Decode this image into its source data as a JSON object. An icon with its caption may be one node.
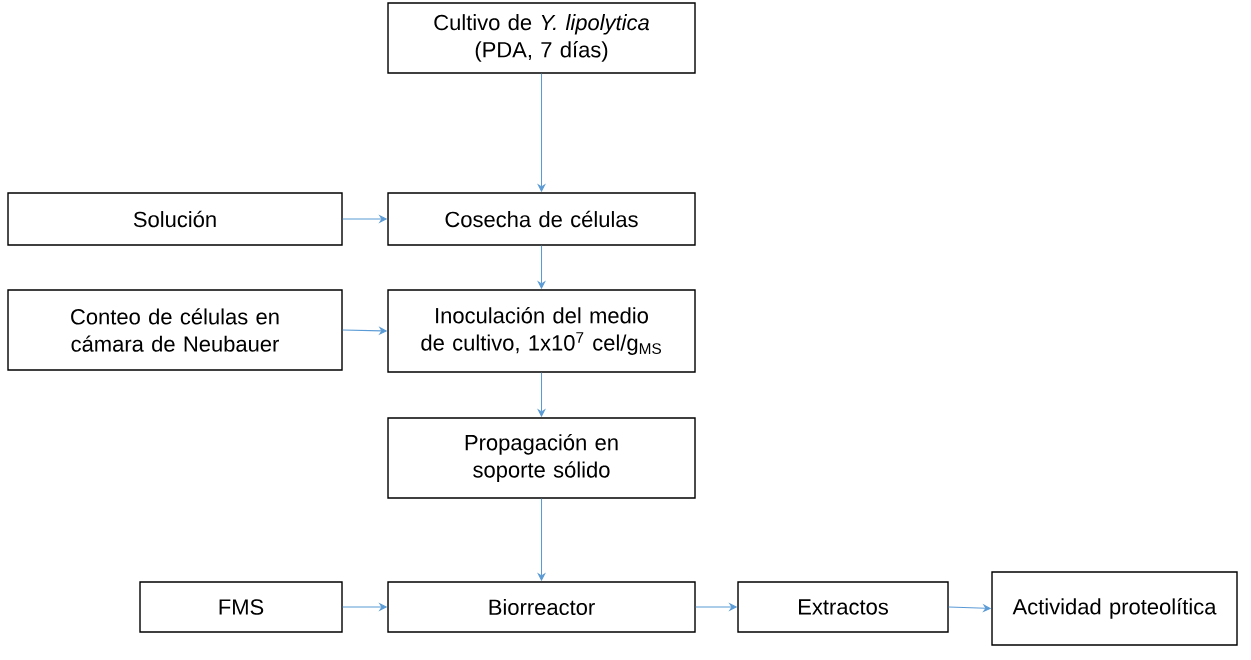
{
  "diagram": {
    "nodes": [
      {
        "text": [
          "Cultivo de *Y. lipolytica* (PDA, 7 días)"
        ]
      },
      {
        "text": [
          "Solución"
        ]
      },
      {
        "text": [
          "Cosecha de células"
        ]
      },
      {
        "text": [
          "Conteo de células en cámara de Neubauer"
        ]
      },
      {
        "text": [
          "Inoculación del medio de cultivo, 1x10$^{7}$ cel/g$_{MS}$"
        ]
      },
      {
        "text": [
          "Propagación en soporte sólido"
        ]
      },
      {
        "text": [
          "FMS"
        ]
      },
      {
        "text": [
          "Biorreactor"
        ]
      },
      {
        "text": [
          "Extractos"
        ]
      },
      {
        "text": [
          "Actividad proteolítica"
        ]
      }
    ],
    "edges": [
      {
        "from": 0,
        "to": 2,
        "arrow": "to"
      },
      {
        "from": 1,
        "to": 2,
        "arrow": "to"
      },
      {
        "from": 2,
        "to": 4,
        "arrow": "to"
      },
      {
        "from": 3,
        "to": 4,
        "arrow": "to"
      },
      {
        "from": 4,
        "to": 5,
        "arrow": "to"
      },
      {
        "from": 5,
        "to": 7,
        "arrow": "to"
      },
      {
        "from": 6,
        "to": 7,
        "arrow": "to"
      },
      {
        "from": 7,
        "to": 8,
        "arrow": "to"
      },
      {
        "from": 8,
        "to": 9,
        "arrow": "to"
      }
    ]
  }
}
